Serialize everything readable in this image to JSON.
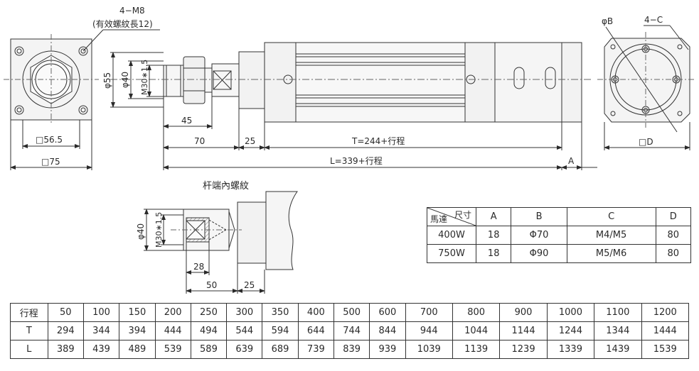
{
  "labels": {
    "bolt_spec": "4−M8",
    "bolt_note": "(有效螺紋長12)",
    "sq_56": "□56.5",
    "sq_75": "□75",
    "d55": "φ55",
    "d40": "φ40",
    "thread": "M30∗1.5",
    "dim_45": "45",
    "dim_70": "70",
    "dim_25": "25",
    "dim_T": "T=244+行程",
    "dim_L": "L=339+行程",
    "dim_A": "A",
    "phi_B": "φB",
    "four_C": "4−C",
    "sq_D": "□D",
    "rod_title": "杆端內螺紋",
    "rod_d40": "φ40",
    "rod_thread": "M30∗1.5",
    "rod_28": "28",
    "rod_50": "50",
    "rod_25": "25"
  },
  "motor_table": {
    "corner_top": "尺寸",
    "corner_bottom": "馬達",
    "headers": [
      "A",
      "B",
      "C",
      "D"
    ],
    "rows": [
      [
        "400W",
        "18",
        "Φ70",
        "M4/M5",
        "80"
      ],
      [
        "750W",
        "18",
        "Φ90",
        "M5/M6",
        "80"
      ]
    ]
  },
  "stroke_table": {
    "header": [
      "行程",
      "50",
      "100",
      "150",
      "200",
      "250",
      "300",
      "350",
      "400",
      "500",
      "600",
      "700",
      "800",
      "900",
      "1000",
      "1100",
      "1200"
    ],
    "rows": [
      [
        "T",
        "294",
        "344",
        "394",
        "444",
        "494",
        "544",
        "594",
        "644",
        "744",
        "844",
        "944",
        "1044",
        "1144",
        "1244",
        "1344",
        "1444"
      ],
      [
        "L",
        "389",
        "439",
        "489",
        "539",
        "589",
        "639",
        "689",
        "739",
        "839",
        "939",
        "1039",
        "1139",
        "1239",
        "1339",
        "1439",
        "1539"
      ]
    ]
  }
}
